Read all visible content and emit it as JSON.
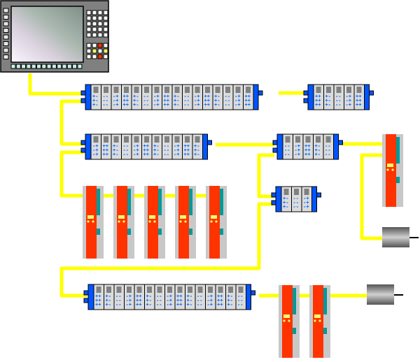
{
  "diagram": {
    "title": "",
    "colors": {
      "cable": "#ffff00",
      "bus_coupler": "#0055ff",
      "io_module": "#dcdcdc",
      "io_led": "#808080",
      "io_dots": "#0066ff",
      "drive_body": "#ff3300",
      "drive_frame": "#c8c8c8",
      "drive_teal": "#009999",
      "drive_display": "#ffff66",
      "hmi_bezel": "#808080",
      "motor_dark": "#555555",
      "motor_light": "#cfcfcf"
    },
    "hmi": {
      "label": "hmi-panel"
    },
    "io_stations": [
      {
        "id": "io-station-1",
        "modules": 16
      },
      {
        "id": "io-station-2",
        "modules": 5
      },
      {
        "id": "io-station-3",
        "modules": 11
      },
      {
        "id": "io-station-4",
        "modules": 5
      },
      {
        "id": "io-station-5",
        "modules": 3
      },
      {
        "id": "io-station-6",
        "modules": 15
      }
    ],
    "drives": [
      {
        "id": "drive-1"
      },
      {
        "id": "drive-2"
      },
      {
        "id": "drive-3"
      },
      {
        "id": "drive-4"
      },
      {
        "id": "drive-5"
      },
      {
        "id": "drive-6"
      },
      {
        "id": "drive-7"
      },
      {
        "id": "drive-8"
      }
    ],
    "motors": [
      {
        "id": "motor-1"
      },
      {
        "id": "motor-2"
      }
    ]
  }
}
